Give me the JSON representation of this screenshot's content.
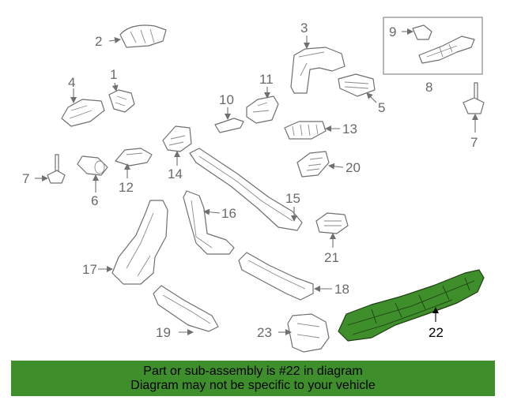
{
  "diagram": {
    "labels": {
      "p1": "1",
      "p2": "2",
      "p3": "3",
      "p4": "4",
      "p5": "5",
      "p6": "6",
      "p7a": "7",
      "p7b": "7",
      "p8": "8",
      "p9": "9",
      "p10": "10",
      "p11": "11",
      "p12": "12",
      "p13": "13",
      "p14": "14",
      "p15": "15",
      "p16": "16",
      "p17": "17",
      "p18": "18",
      "p19": "19",
      "p20": "20",
      "p21": "21",
      "p22": "22",
      "p23": "23"
    },
    "highlighted_part": "22",
    "highlight_color": "#3e8e2b"
  },
  "footer": {
    "line1": "Part or sub-assembly is #22 in diagram",
    "line2": "Diagram may not be specific to your vehicle",
    "background": "#3e8e2b"
  }
}
